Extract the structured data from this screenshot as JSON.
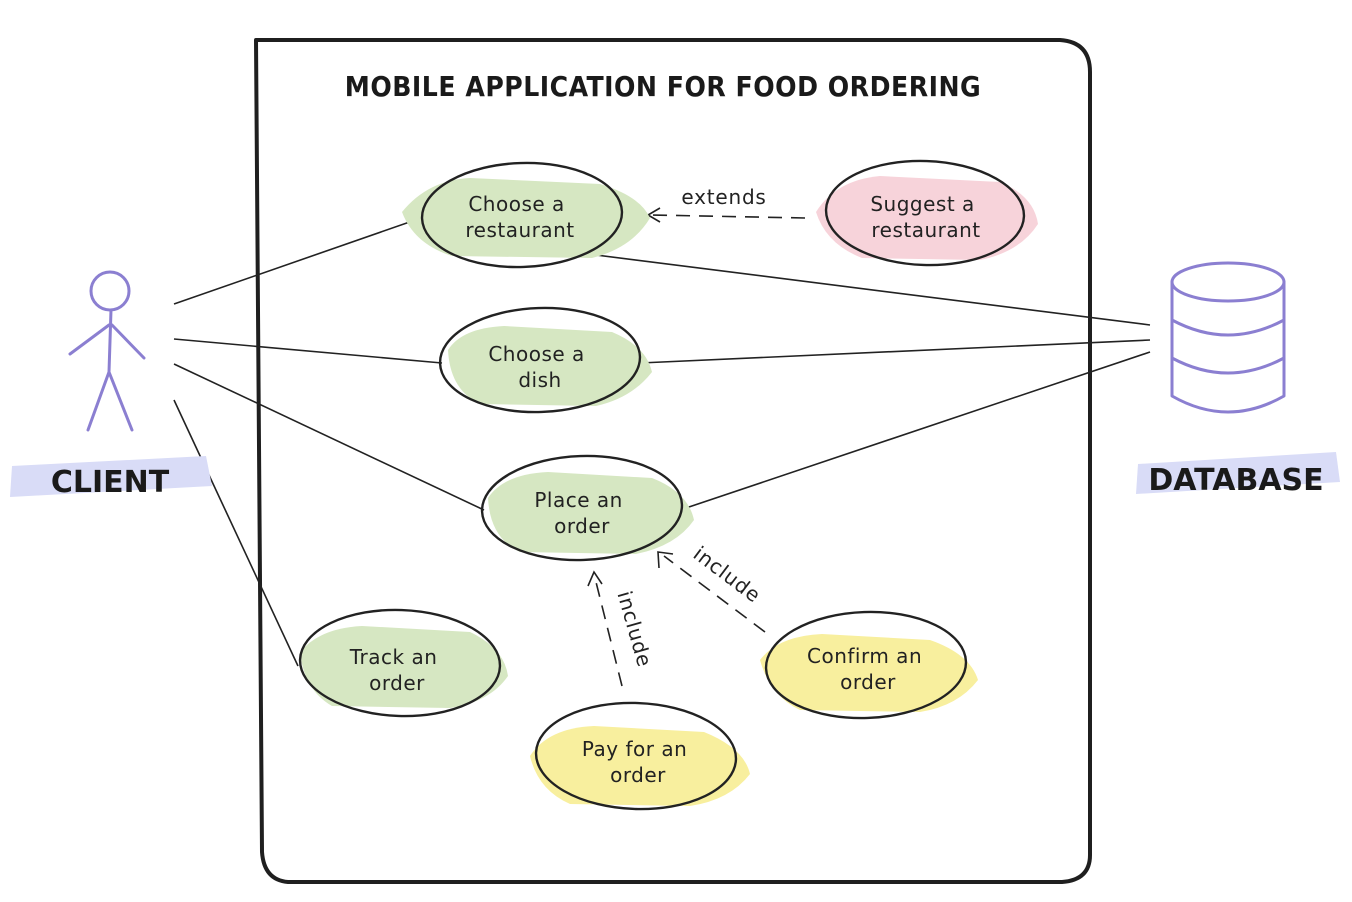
{
  "system": {
    "title": "MOBILE APPLICATION FOR FOOD ORDERING"
  },
  "actors": {
    "client": "CLIENT",
    "database": "DATABASE"
  },
  "use_cases": {
    "choose_restaurant": [
      "Choose a",
      "restaurant"
    ],
    "suggest_restaurant": [
      "Suggest a",
      "restaurant"
    ],
    "choose_dish": [
      "Choose a",
      "dish"
    ],
    "place_order": [
      "Place an",
      "order"
    ],
    "track_order": [
      "Track an",
      "order"
    ],
    "confirm_order": [
      "Confirm an",
      "order"
    ],
    "pay_order": [
      "Pay for an",
      "order"
    ]
  },
  "relations": {
    "extends": "extends",
    "include_confirm": "include",
    "include_pay": "include"
  },
  "colors": {
    "green": "#d6e7c2",
    "pink": "#f7d3da",
    "yellow": "#f8ef9e",
    "purple": "#8b7fd1",
    "purple_band": "#d9dcf7"
  }
}
